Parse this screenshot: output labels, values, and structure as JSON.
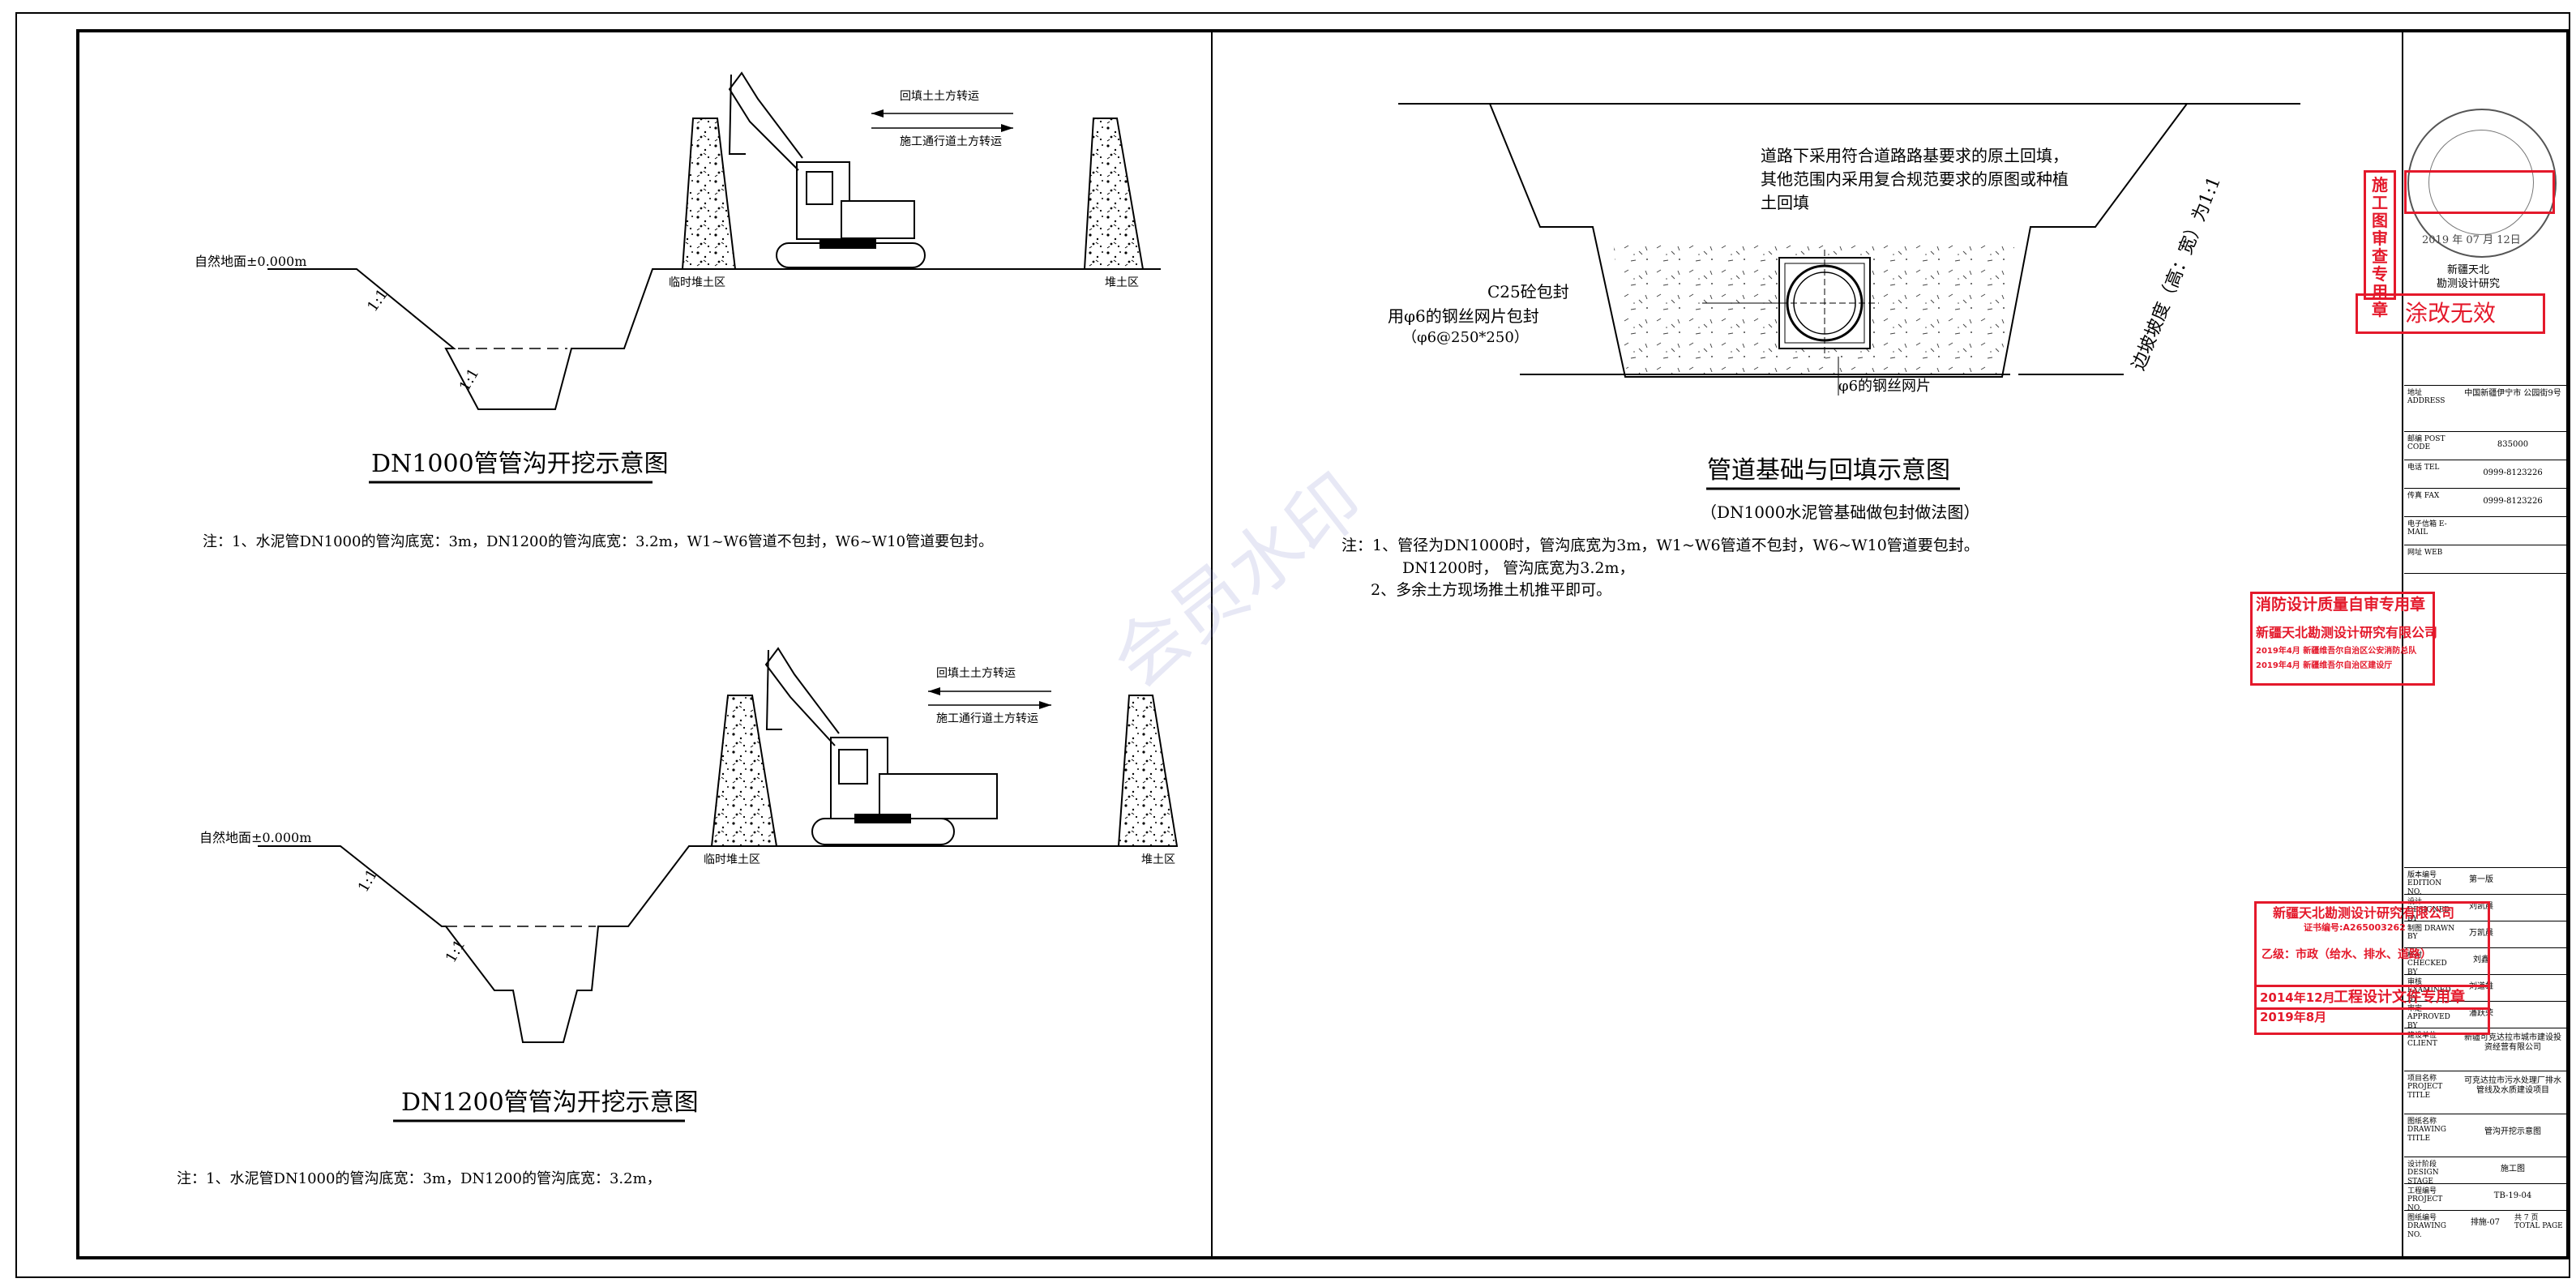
{
  "left_top": {
    "title": "DN1000管管沟开挖示意图",
    "note": "注：1、水泥管DN1000的管沟底宽：3m，DN1200的管沟底宽：3.2m，W1~W6管道不包封，W6~W10管道要包封。",
    "ground_label": "自然地面±0.000m",
    "slope1": "1:1",
    "slope2": "1:1",
    "arrow_top": "回填土土方转运",
    "arrow_bottom": "施工通行道土方转运",
    "temp_pile": "临时堆土区",
    "pile": "堆土区"
  },
  "left_bottom": {
    "title": "DN1200管管沟开挖示意图",
    "note": "注：1、水泥管DN1000的管沟底宽：3m，DN1200的管沟底宽：3.2m，",
    "ground_label": "自然地面±0.000m",
    "slope1": "1:1",
    "slope2": "1:1",
    "arrow_top": "回填土土方转运",
    "arrow_bottom": "施工通行道土方转运",
    "temp_pile": "临时堆土区",
    "pile": "堆土区"
  },
  "right": {
    "fill_text": [
      "道路下采用符合道路路基要求的原土回填，",
      "其他范围内采用复合规范要求的原图或种植",
      "土回填"
    ],
    "c25": "C25砼包封",
    "mesh1": "用φ6的钢丝网片包封",
    "mesh2": "（φ6@250*250）",
    "mesh_bottom": "φ6的钢丝网片",
    "slope_label": "边坡坡度（高：宽）为1:1",
    "title": "管道基础与回填示意图",
    "subtitle": "（DN1000水泥管基础做包封做法图）",
    "notes": [
      "注：1、管径为DN1000时，管沟底宽为3m，W1~W6管道不包封，W6~W10管道要包封。",
      "DN1200时，   管沟底宽为3.2m，",
      "2、多余土方现场推土机推平即可。"
    ]
  },
  "watermark": "会员水印",
  "title_block": {
    "company_short": [
      "新疆天北",
      "勘测设计研究"
    ],
    "invalid_stamp": "涂改无效",
    "review_stamp": "施工图审查专用章",
    "review_year": "2019",
    "review_month": "年 07",
    "review_day": "月 12日",
    "rows": [
      {
        "label": "地址 ADDRESS",
        "value": "中国新疆伊宁市 公园街9号"
      },
      {
        "label": "邮编 POST CODE",
        "value": "835000"
      },
      {
        "label": "电话 TEL",
        "value": "0999-8123226"
      },
      {
        "label": "传真 FAX",
        "value": "0999-8123226"
      },
      {
        "label": "电子信箱 E-MAIL",
        "value": ""
      },
      {
        "label": "网址 WEB",
        "value": ""
      }
    ],
    "edition_label": "版本编号 EDITION NO.",
    "edition_value": "第一版",
    "role_rows": [
      {
        "label": "设计 DESIGNED BY",
        "value": "刘凯晨"
      },
      {
        "label": "制图 DRAWN BY",
        "value": "万凯晨"
      },
      {
        "label": "校对 CHECKED BY",
        "value": "刘鑫"
      },
      {
        "label": "审核 EXAMINED BY",
        "value": "刘道雄"
      },
      {
        "label": "审定 APPROVED BY",
        "value": "潘跃荣"
      }
    ],
    "client_label": "建设单位 CLIENT",
    "client_value": "新疆可克达拉市城市建设投资经营有限公司",
    "project_label": "项目名称 PROJECT TITLE",
    "project_value": "可克达拉市污水处理厂排水管线及水质建设项目",
    "drawing_label": "图纸名称 DRAWING TITLE",
    "drawing_value": "管沟开挖示意图",
    "stage_label": "设计阶段 DESIGN STAGE",
    "stage_value": "施工图",
    "job_label": "工程编号 PROJECT NO.",
    "job_value": "TB-19-04",
    "sheet_label": "图纸编号 DRAWING NO.",
    "sheet_value": "排施-07",
    "total_label": "共 7 页 TOTAL PAGE",
    "fire_stamp": "消防设计质量自审专用章",
    "fire_company": "新疆天北勘测设计研究有限公司",
    "fire_line1": "2019年4月 新疆维吾尔自治区公安消防总队",
    "fire_line2": "2019年4月 新疆维吾尔自治区建设厅",
    "design_stamp_company": "新疆天北勘测设计研究有限公司",
    "design_stamp_cert": "证书编号:A265003262",
    "design_stamp_grade": "乙级：市政（给水、排水、道路）",
    "design_stamp_date": "2014年12月",
    "design_stamp_title": "工程设计文件专用章",
    "design_stamp_date2": "2019年8月"
  },
  "colors": {
    "stamp": "#e4192b",
    "line": "#000000"
  }
}
